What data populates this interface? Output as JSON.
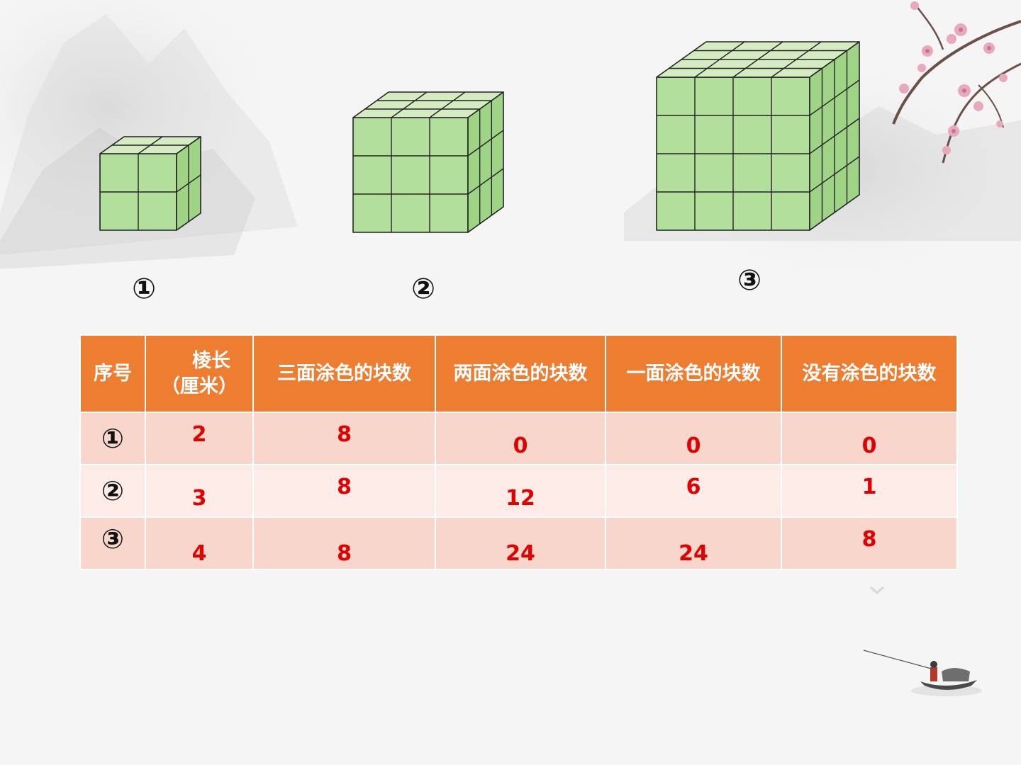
{
  "figures": [
    {
      "label": "①",
      "n": 2
    },
    {
      "label": "②",
      "n": 3
    },
    {
      "label": "③",
      "n": 4
    }
  ],
  "table": {
    "headers": {
      "index": "序号",
      "edge_line1": "棱长",
      "edge_line2": "（厘米）",
      "three_faces": "三面涂色的块数",
      "two_faces": "两面涂色的块数",
      "one_face": "一面涂色的块数",
      "none": "没有涂色的块数"
    },
    "rows": [
      {
        "index": "①",
        "edge": "2",
        "three": "8",
        "two": "0",
        "one": "0",
        "none": "0"
      },
      {
        "index": "②",
        "edge": "3",
        "three": "8",
        "two": "12",
        "one": "6",
        "none": "1"
      },
      {
        "index": "③",
        "edge": "4",
        "three": "8",
        "two": "24",
        "one": "24",
        "none": "8"
      }
    ]
  },
  "colors": {
    "header_bg": "#ed7d31",
    "row_dark": "#f8d6cc",
    "row_light": "#fcebe6",
    "value_text": "#e00000",
    "cube_front": "#b3df9d",
    "cube_top": "#d5ecc3",
    "cube_side": "#9fd487"
  },
  "decorations": [
    "ink-mountain-background",
    "plum-blossom-branch",
    "fishing-boat-icon",
    "chevron-down-icon"
  ]
}
